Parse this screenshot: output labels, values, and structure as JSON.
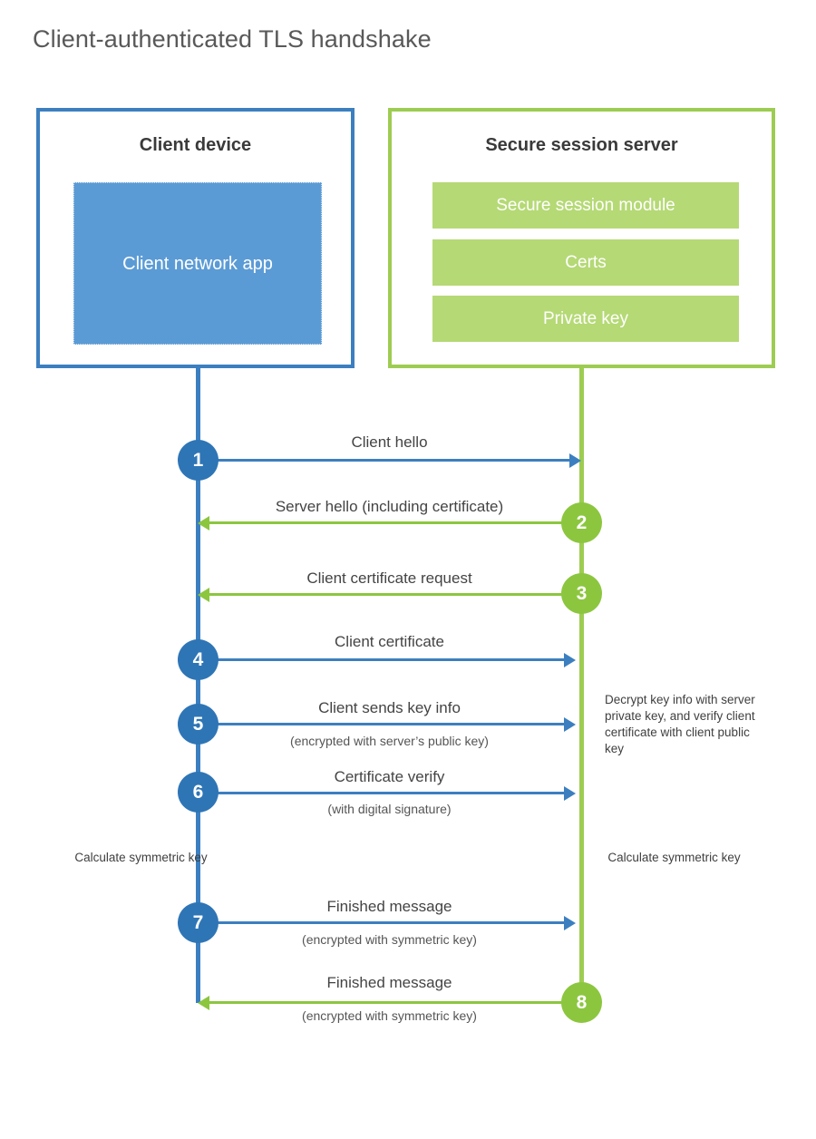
{
  "title": "Client-authenticated TLS handshake",
  "colors": {
    "client_border": "#3C7FC0",
    "client_fill": "#5B9BD5",
    "server_border": "#9DCC52",
    "server_fill": "#B5D975",
    "blue_arrow": "#3C7FC0",
    "green_arrow": "#8CC63F",
    "blue_circle": "#2E75B6",
    "green_circle": "#8CC63F",
    "title_text": "#595959"
  },
  "client": {
    "title": "Client device",
    "app_label": "Client network app"
  },
  "server": {
    "title": "Secure session server",
    "modules": [
      {
        "label": "Secure session module"
      },
      {
        "label": "Certs"
      },
      {
        "label": "Private key"
      }
    ]
  },
  "steps": [
    {
      "number": "1",
      "label": "Client hello",
      "sublabel": "",
      "direction": "client-to-server",
      "color": "blue"
    },
    {
      "number": "2",
      "label": "Server hello (including certificate)",
      "sublabel": "",
      "direction": "server-to-client",
      "color": "green"
    },
    {
      "number": "3",
      "label": "Client certificate request",
      "sublabel": "",
      "direction": "server-to-client",
      "color": "green"
    },
    {
      "number": "4",
      "label": "Client certificate",
      "sublabel": "",
      "direction": "client-to-server",
      "color": "blue"
    },
    {
      "number": "5",
      "label": "Client sends key info",
      "sublabel": "(encrypted with server’s public key)",
      "direction": "client-to-server",
      "color": "blue"
    },
    {
      "number": "6",
      "label": "Certificate verify",
      "sublabel": "(with digital signature)",
      "direction": "client-to-server",
      "color": "blue"
    },
    {
      "number": "7",
      "label": "Finished message",
      "sublabel": "(encrypted with symmetric key)",
      "direction": "client-to-server",
      "color": "blue"
    },
    {
      "number": "8",
      "label": "Finished message",
      "sublabel": "(encrypted with symmetric key)",
      "direction": "server-to-client",
      "color": "green"
    }
  ],
  "notes": {
    "server_decrypt": "Decrypt key info with server private key, and verify client certificate with client public key",
    "client_calculate": "Calculate symmetric key",
    "server_calculate": "Calculate symmetric key"
  }
}
